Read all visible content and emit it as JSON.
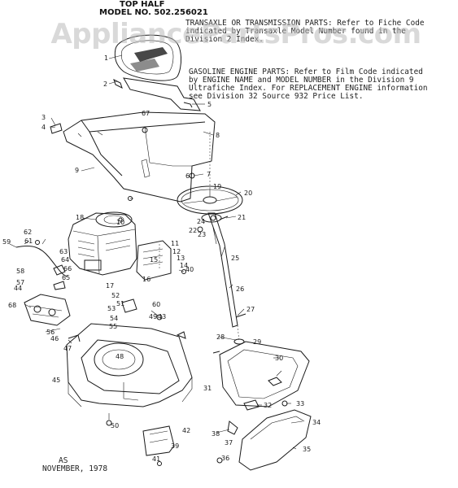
{
  "header": {
    "title_line1": "TOP HALF",
    "title_line2": "MODEL NO. 502.256021"
  },
  "notes": {
    "transaxle": [
      "TRANSAXLE OR TRANSMISSION PARTS:  Refer to Fiche Code",
      "indicated by Transaxle Model Number  found in the",
      "Division 2 Index."
    ],
    "engine": [
      "GASOLINE ENGINE PARTS:  Refer to Film Code indicated",
      "by ENGINE NAME and MODEL NUMBER in the Division 9",
      "Ultrafiche Index.  For REPLACEMENT ENGINE information",
      "see Division 32 Source 932 Price List."
    ]
  },
  "watermark": "AppliancePartsPros.com",
  "footer": {
    "code": "AS",
    "date": "NOVEMBER, 1978"
  },
  "callouts": [
    "1",
    "2",
    "3",
    "4",
    "5",
    "6",
    "7",
    "8",
    "9",
    "10",
    "11",
    "12",
    "13",
    "14",
    "15",
    "16",
    "17",
    "18",
    "19",
    "20",
    "21",
    "22",
    "23",
    "24",
    "25",
    "26",
    "27",
    "28",
    "29",
    "30",
    "31",
    "32",
    "33",
    "34",
    "35",
    "36",
    "37",
    "38",
    "39",
    "40",
    "41",
    "42",
    "43",
    "44",
    "45",
    "46",
    "47",
    "48",
    "49",
    "50",
    "51",
    "52",
    "53",
    "54",
    "55",
    "56",
    "57",
    "58",
    "59",
    "60",
    "61",
    "62",
    "63",
    "64",
    "65",
    "66",
    "67",
    "68"
  ]
}
